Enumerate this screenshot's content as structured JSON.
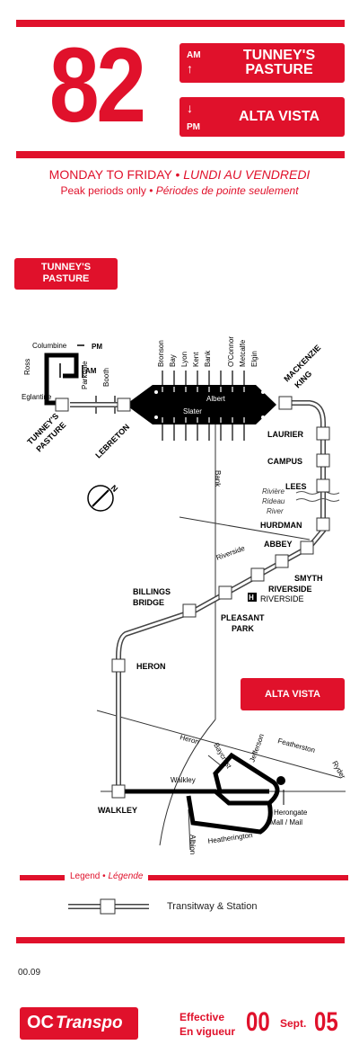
{
  "route": {
    "number": "82"
  },
  "directions": [
    {
      "period": "AM",
      "arrow": "↑",
      "destination_line1": "TUNNEY'S",
      "destination_line2": "PASTURE"
    },
    {
      "period": "PM",
      "arrow": "↓",
      "destination": "ALTA VISTA"
    }
  ],
  "schedule": {
    "days_en": "MONDAY TO FRIDAY",
    "days_fr": "LUNDI AU VENDREDI",
    "peak_en": "Peak periods only",
    "peak_fr": "Périodes de pointe seulement",
    "bullet": "•"
  },
  "map": {
    "tag_tunneys_line1": "TUNNEY'S",
    "tag_tunneys_line2": "PASTURE",
    "tag_alta_vista": "ALTA VISTA",
    "north_label": "N",
    "downtown_streets": [
      "Bronson",
      "Bay",
      "Lyon",
      "Kent",
      "Bank",
      "O'Connor",
      "Metcalfe",
      "Elgin"
    ],
    "street_albert": "Albert",
    "street_slater": "Slater",
    "street_columbine": "Columbine",
    "street_ross": "Ross",
    "street_parkdale": "Parkdale",
    "street_booth": "Booth",
    "street_eglantine": "Eglantine",
    "street_bank": "Bank",
    "street_riverside": "Riverside",
    "street_heron": "Heron",
    "street_walkley": "Walkley",
    "street_baycrest": "Baycrest",
    "street_jefferson": "Jefferson",
    "street_featherston": "Featherston",
    "street_ryder": "Ryder",
    "street_heatherington": "Heatherington",
    "street_albion": "Albion",
    "loop_pm": "PM",
    "loop_am": "AM",
    "river_line1": "Rivière",
    "river_line2": "Rideau",
    "river_line3": "River",
    "hospital_symbol": "H",
    "hospital_name": "RIVERSIDE",
    "mall_line1": "Herongate",
    "mall_line2": "Mall / Mail",
    "stations": {
      "tunneys_line1": "TUNNEY'S",
      "tunneys_line2": "PASTURE",
      "lebreton": "LEBRETON",
      "mackenzie_line1": "MACKENZIE",
      "mackenzie_line2": "KING",
      "laurier": "LAURIER",
      "campus": "CAMPUS",
      "lees": "LEES",
      "hurdman": "HURDMAN",
      "abbey": "ABBEY",
      "smyth": "SMYTH",
      "riverside": "RIVERSIDE",
      "pleasant_park_line1": "PLEASANT",
      "pleasant_park_line2": "PARK",
      "billings_line1": "BILLINGS",
      "billings_line2": "BRIDGE",
      "heron": "HERON",
      "walkley": "WALKLEY"
    }
  },
  "legend": {
    "title_en": "Legend",
    "title_fr": "Légende",
    "bullet": "•",
    "transitway_label": "Transitway & Station"
  },
  "footer": {
    "code": "00.09",
    "brand_symbol": "OC",
    "brand_name": "Transpo",
    "effective_en": "Effective",
    "effective_fr": "En vigueur",
    "day": "00",
    "month": "Sept.",
    "year": "05"
  },
  "colors": {
    "accent": "#e0112b",
    "route": "#000000",
    "street": "#333333"
  }
}
